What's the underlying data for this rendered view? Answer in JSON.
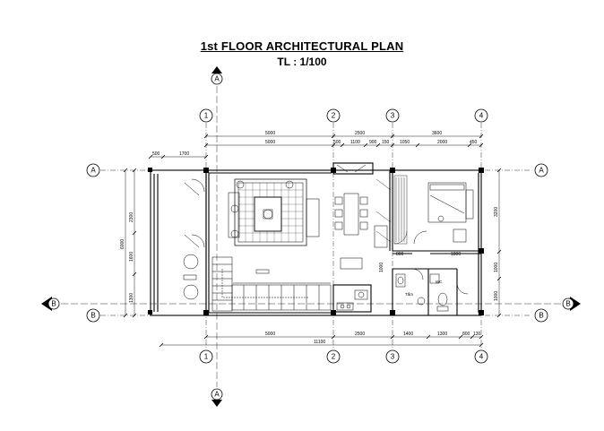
{
  "title": "1st FLOOR ARCHITECTURAL PLAN",
  "scale": "TL : 1/100",
  "grid": {
    "columns": [
      "1",
      "2",
      "3",
      "4"
    ],
    "rows": [
      "A",
      "B"
    ]
  },
  "section_markers": [
    "A",
    "B"
  ],
  "dims": {
    "top_overall": [
      "5000",
      "2500",
      "3600"
    ],
    "top_detail": [
      "5000",
      "500",
      "1100",
      "900",
      "150",
      "1050",
      "2000",
      "450"
    ],
    "top_left": [
      "500",
      "1700"
    ],
    "bottom": [
      "5000",
      "2500",
      "1400",
      "1300",
      "800",
      "130"
    ],
    "bottom_total": "11100",
    "left_total": "6000",
    "left_detail": [
      "2300",
      "1600",
      "1300"
    ],
    "right_detail": [
      "3200",
      "1000",
      "1000"
    ],
    "interior": [
      "800",
      "1800",
      "1000"
    ]
  },
  "room_labels": {
    "bath": "Tắm",
    "wc": "WC"
  }
}
